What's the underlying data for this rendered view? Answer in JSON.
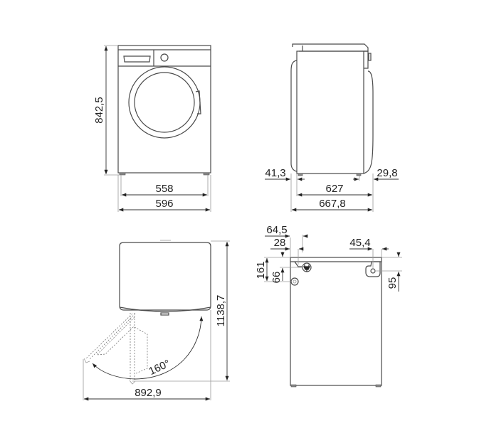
{
  "diagram": {
    "subject": "Washing machine dimension drawing",
    "units": "mm",
    "colors": {
      "line": "#4a4a4a",
      "text": "#222222",
      "background": "#ffffff"
    },
    "views": {
      "front": {
        "height": "842,5",
        "inner_width_feet": "558",
        "overall_width": "596"
      },
      "side": {
        "rear_offset": "41,3",
        "front_offset": "29,8",
        "depth_body": "627",
        "depth_overall": "667,8"
      },
      "top_door_open": {
        "door_angle": "160°",
        "overall_depth_door_open": "1138,7",
        "overall_width_door_open": "892,9"
      },
      "rear": {
        "inlet_from_side": "64,5",
        "drain_from_side": "28",
        "inlet_from_top": "161",
        "drain_from_top": "66",
        "hose_from_side_right": "45,4",
        "hose_from_top_right": "95",
        "icons": [
          "power-plug-icon",
          "water-inlet-icon",
          "drain-outlet-icon"
        ]
      }
    }
  }
}
